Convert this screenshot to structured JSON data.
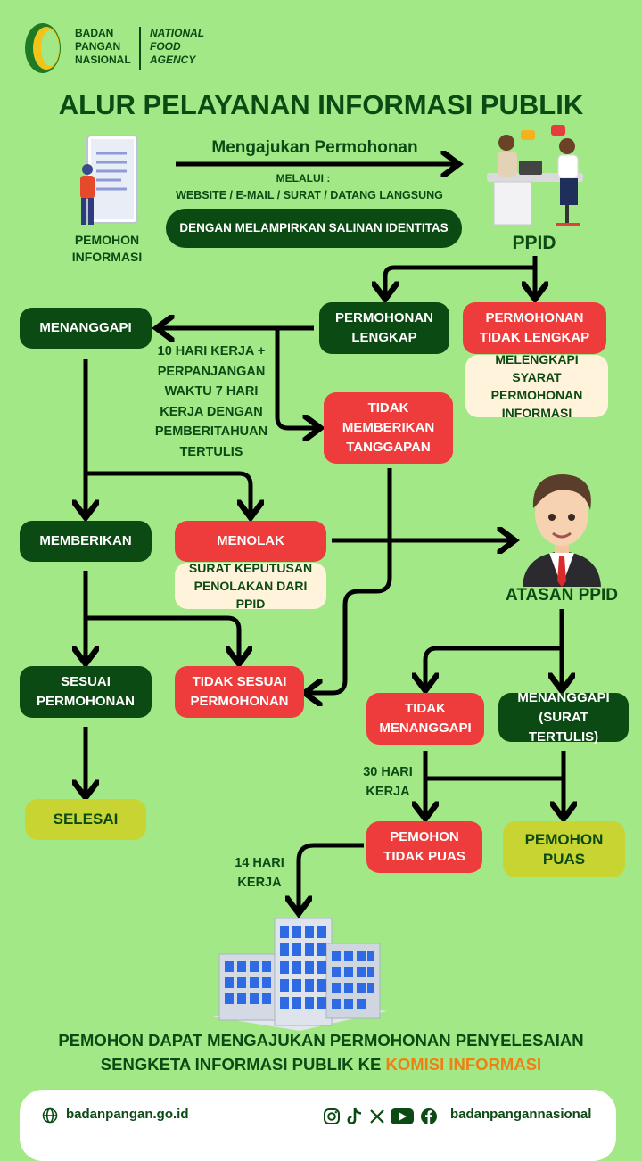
{
  "header": {
    "logo_line1": "BADAN",
    "logo_line2": "PANGAN",
    "logo_line3": "NASIONAL",
    "agency_line1": "NATIONAL",
    "agency_line2": "FOOD",
    "agency_line3": "AGENCY",
    "title": "ALUR PELAYANAN INFORMASI PUBLIK"
  },
  "top": {
    "pemohon_line1": "PEMOHON",
    "pemohon_line2": "INFORMASI",
    "arrow_label": "Mengajukan Permohonan",
    "melalui": "MELALUI :",
    "channels": "WEBSITE / E-MAIL / SURAT / DATANG LANGSUNG",
    "identity": "DENGAN MELAMPIRKAN SALINAN IDENTITAS",
    "ppid": "PPID"
  },
  "flow": {
    "lengkap": "PERMOHONAN LENGKAP",
    "tidak_lengkap": "PERMOHONAN TIDAK LENGKAP",
    "melengkapi": "MELENGKAPI SYARAT PERMOHONAN INFORMASI",
    "menanggapi": "MENANGGAPI",
    "waktu_note": "10 HARI KERJA + PERPANJANGAN WAKTU 7 HARI KERJA DENGAN PEMBERITAHUAN TERTULIS",
    "tidak_memberikan": "TIDAK MEMBERIKAN TANGGAPAN",
    "memberikan": "MEMBERIKAN",
    "menolak": "MENOLAK",
    "surat_keputusan": "SURAT KEPUTUSAN PENOLAKAN DARI PPID",
    "atasan": "ATASAN PPID",
    "sesuai": "SESUAI PERMOHONAN",
    "tidak_sesuai": "TIDAK SESUAI PERMOHONAN",
    "tidak_menanggapi": "TIDAK MENANGGAPI",
    "menanggapi_surat": "MENANGGAPI (SURAT TERTULIS)",
    "selesai": "SELESAI",
    "note_30": "30 HARI KERJA",
    "pemohon_tidak_puas": "PEMOHON TIDAK PUAS",
    "pemohon_puas": "PEMOHON PUAS",
    "note_14": "14 HARI KERJA"
  },
  "bottom": {
    "line1": "PEMOHON DAPAT MENGAJUKAN PERMOHONAN PENYELESAIAN",
    "line2": "SENGKETA INFORMASI PUBLIK KE",
    "highlight": "KOMISI INFORMASI"
  },
  "footer": {
    "website": "badanpangan.go.id",
    "social_handle": "badanpangannasional",
    "icons": [
      "globe-icon",
      "instagram-icon",
      "tiktok-icon",
      "x-icon",
      "youtube-icon",
      "facebook-icon"
    ]
  },
  "colors": {
    "background": "#a3e887",
    "dark_green": "#0c4a14",
    "red": "#ee3b3b",
    "yellow": "#c8d431",
    "cream": "#fff3dc",
    "orange": "#f07f13"
  }
}
